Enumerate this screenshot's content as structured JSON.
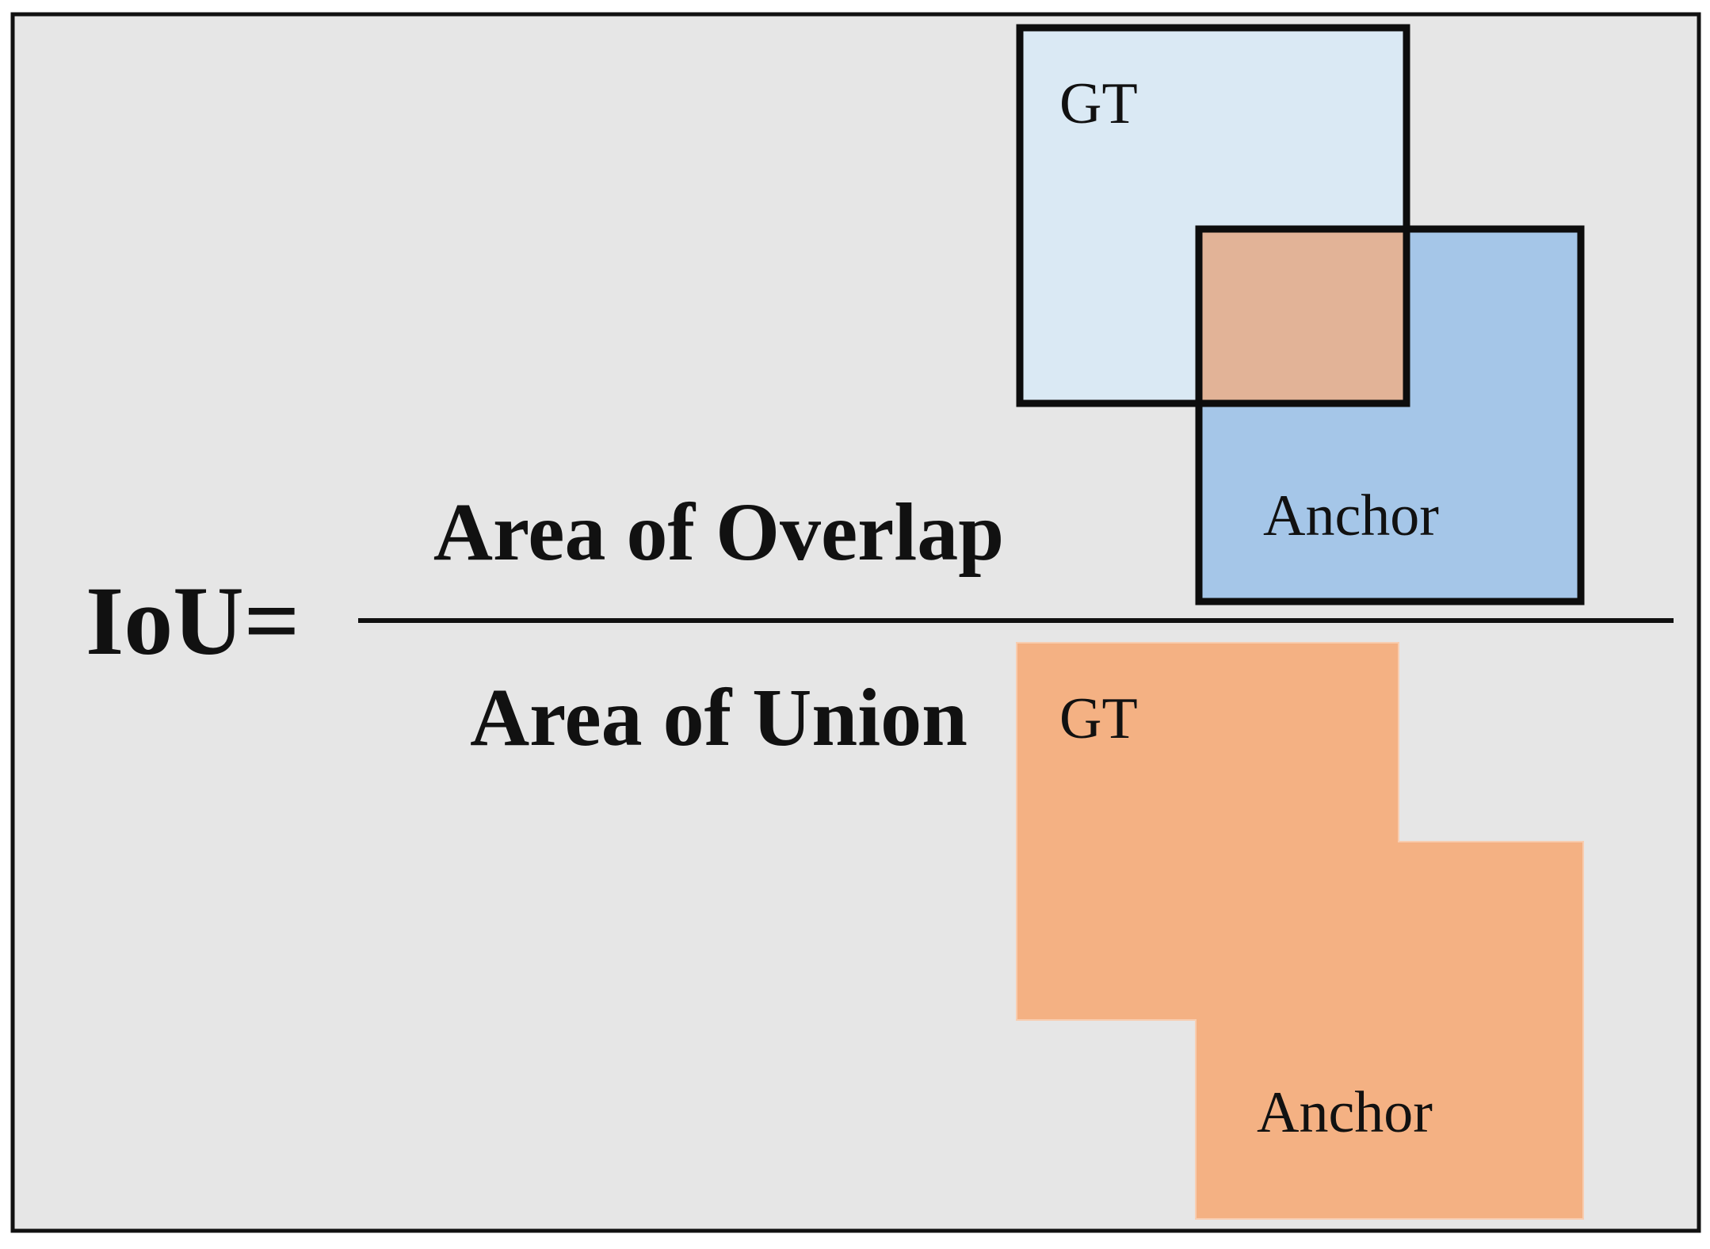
{
  "formula": {
    "lhs": "IoU=",
    "numerator": "Area of Overlap",
    "denominator": "Area of Union"
  },
  "overlap_diagram": {
    "gt_label": "GT",
    "anchor_label": "Anchor"
  },
  "union_diagram": {
    "gt_label": "GT",
    "anchor_label": "Anchor"
  },
  "colors": {
    "background": "#e6e6e6",
    "frame": "#111111",
    "gt_fill": "#dae9f4",
    "anchor_fill": "#a5c6e8",
    "overlap_fill": "#e2b397",
    "union_fill": "#f4b183",
    "box_stroke": "#0d0d0d",
    "text": "#111111"
  }
}
